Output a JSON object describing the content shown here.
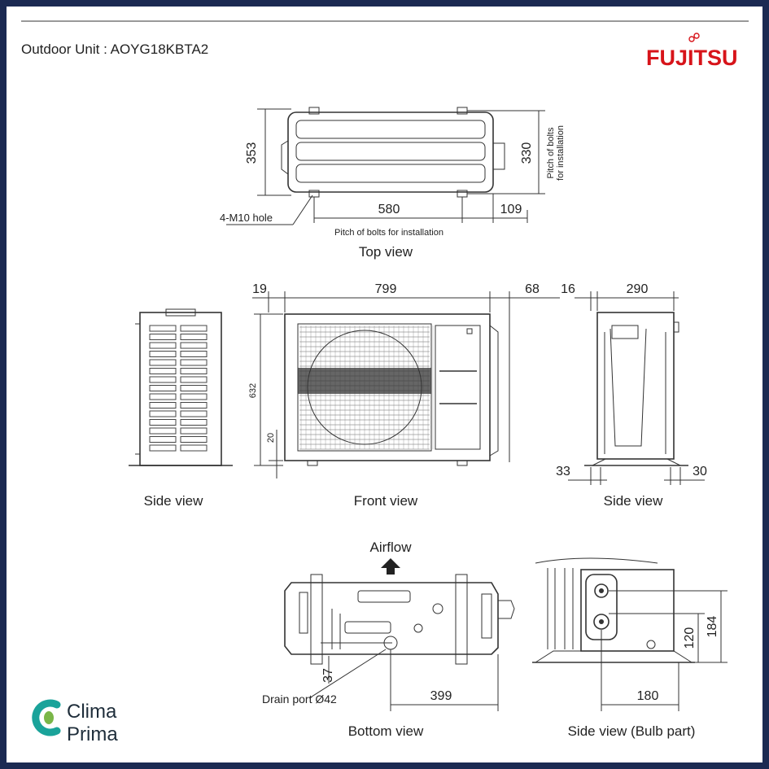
{
  "header": {
    "title": "Outdoor Unit : AOYG18KBTA2",
    "brand": "FUJITSU",
    "brand_color": "#d7141a"
  },
  "top_view": {
    "caption": "Top view",
    "dim_depth": "353",
    "dim_bolt_pitch_vertical": "330",
    "bolt_pitch_vertical_label_1": "Pitch of bolts",
    "bolt_pitch_vertical_label_2": "for installation",
    "dim_bolt_pitch_horizontal": "580",
    "dim_right_offset": "109",
    "bolt_pitch_horizontal_label": "Pitch of bolts for installation",
    "hole_label": "4-M10 hole"
  },
  "front_view": {
    "caption": "Front view",
    "dim_left": "19",
    "dim_width": "799",
    "dim_right": "68",
    "dim_height": "632",
    "dim_foot": "20"
  },
  "side_view_left": {
    "caption": "Side view"
  },
  "side_view_right": {
    "caption": "Side view",
    "dim_top_left": "16",
    "dim_top_width": "290",
    "dim_bottom_left": "33",
    "dim_bottom_right": "30"
  },
  "bottom_view": {
    "caption": "Bottom view",
    "airflow_label": "Airflow",
    "drain_label": "Drain port Ø42",
    "dim_vertical": "37",
    "dim_horizontal": "399"
  },
  "bulb_view": {
    "caption": "Side view (Bulb part)",
    "dim_120": "120",
    "dim_184": "184",
    "dim_180": "180"
  },
  "logo": {
    "line1": "Clima",
    "line2": "Prima",
    "teal": "#1aa39a",
    "green": "#7ab648"
  },
  "colors": {
    "frame": "#1b2a52",
    "line": "#333333"
  }
}
